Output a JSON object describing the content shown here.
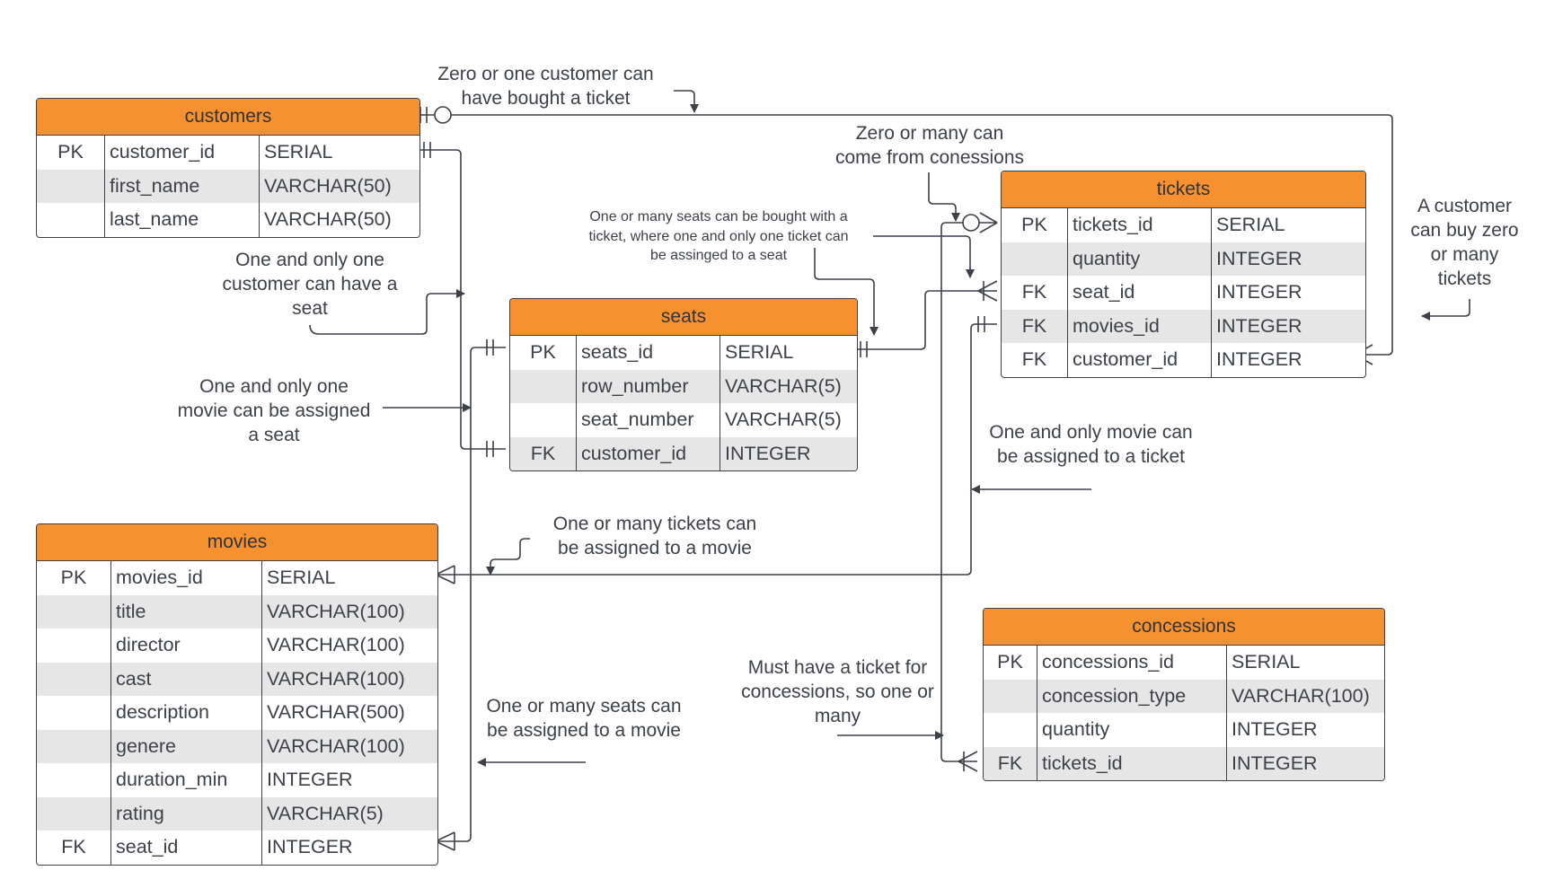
{
  "entities": {
    "customers": {
      "name": "customers",
      "rows": [
        {
          "key": "PK",
          "field": "customer_id",
          "type": "SERIAL"
        },
        {
          "key": "",
          "field": "first_name",
          "type": "VARCHAR(50)"
        },
        {
          "key": "",
          "field": "last_name",
          "type": "VARCHAR(50)"
        }
      ]
    },
    "tickets": {
      "name": "tickets",
      "rows": [
        {
          "key": "PK",
          "field": "tickets_id",
          "type": "SERIAL"
        },
        {
          "key": "",
          "field": "quantity",
          "type": "INTEGER"
        },
        {
          "key": "FK",
          "field": "seat_id",
          "type": "INTEGER"
        },
        {
          "key": "FK",
          "field": "movies_id",
          "type": "INTEGER"
        },
        {
          "key": "FK",
          "field": "customer_id",
          "type": "INTEGER"
        }
      ]
    },
    "seats": {
      "name": "seats",
      "rows": [
        {
          "key": "PK",
          "field": "seats_id",
          "type": "SERIAL"
        },
        {
          "key": "",
          "field": "row_number",
          "type": "VARCHAR(5)"
        },
        {
          "key": "",
          "field": "seat_number",
          "type": "VARCHAR(5)"
        },
        {
          "key": "FK",
          "field": "customer_id",
          "type": "INTEGER"
        }
      ]
    },
    "movies": {
      "name": "movies",
      "rows": [
        {
          "key": "PK",
          "field": "movies_id",
          "type": "SERIAL"
        },
        {
          "key": "",
          "field": "title",
          "type": "VARCHAR(100)"
        },
        {
          "key": "",
          "field": "director",
          "type": "VARCHAR(100)"
        },
        {
          "key": "",
          "field": "cast",
          "type": "VARCHAR(100)"
        },
        {
          "key": "",
          "field": "description",
          "type": "VARCHAR(500)"
        },
        {
          "key": "",
          "field": "genere",
          "type": "VARCHAR(100)"
        },
        {
          "key": "",
          "field": "duration_min",
          "type": "INTEGER"
        },
        {
          "key": "",
          "field": "rating",
          "type": "VARCHAR(5)"
        },
        {
          "key": "FK",
          "field": "seat_id",
          "type": "INTEGER"
        }
      ]
    },
    "concessions": {
      "name": "concessions",
      "rows": [
        {
          "key": "PK",
          "field": "concessions_id",
          "type": "SERIAL"
        },
        {
          "key": "",
          "field": "concession_type",
          "type": "VARCHAR(100)"
        },
        {
          "key": "",
          "field": "quantity",
          "type": "INTEGER"
        },
        {
          "key": "FK",
          "field": "tickets_id",
          "type": "INTEGER"
        }
      ]
    }
  },
  "notes": {
    "customer_ticket": "Zero or one customer can\nhave bought a ticket",
    "concessions_from": "Zero or many can\ncome from conessions",
    "seats_ticket": "One or many seats can be bought with a\nticket, where one and only one ticket can\nbe assinged to a seat",
    "customer_buys": "A customer\ncan buy zero\nor many\ntickets",
    "customer_seat": "One and only one\ncustomer can have a\nseat",
    "movie_seat": "One and only one\nmovie can be assigned\na seat",
    "movie_ticket": "One and only movie can\nbe assigned to a ticket",
    "tickets_movie": "One or many tickets can\nbe assigned to a movie",
    "seats_movie": "One or many seats can\nbe assigned to a movie",
    "ticket_concessions": "Must have a ticket for\nconcessions, so one or\nmany"
  },
  "colors": {
    "header": "#f7912f",
    "stripe": "#e6e6e6",
    "line": "#3c4048"
  }
}
